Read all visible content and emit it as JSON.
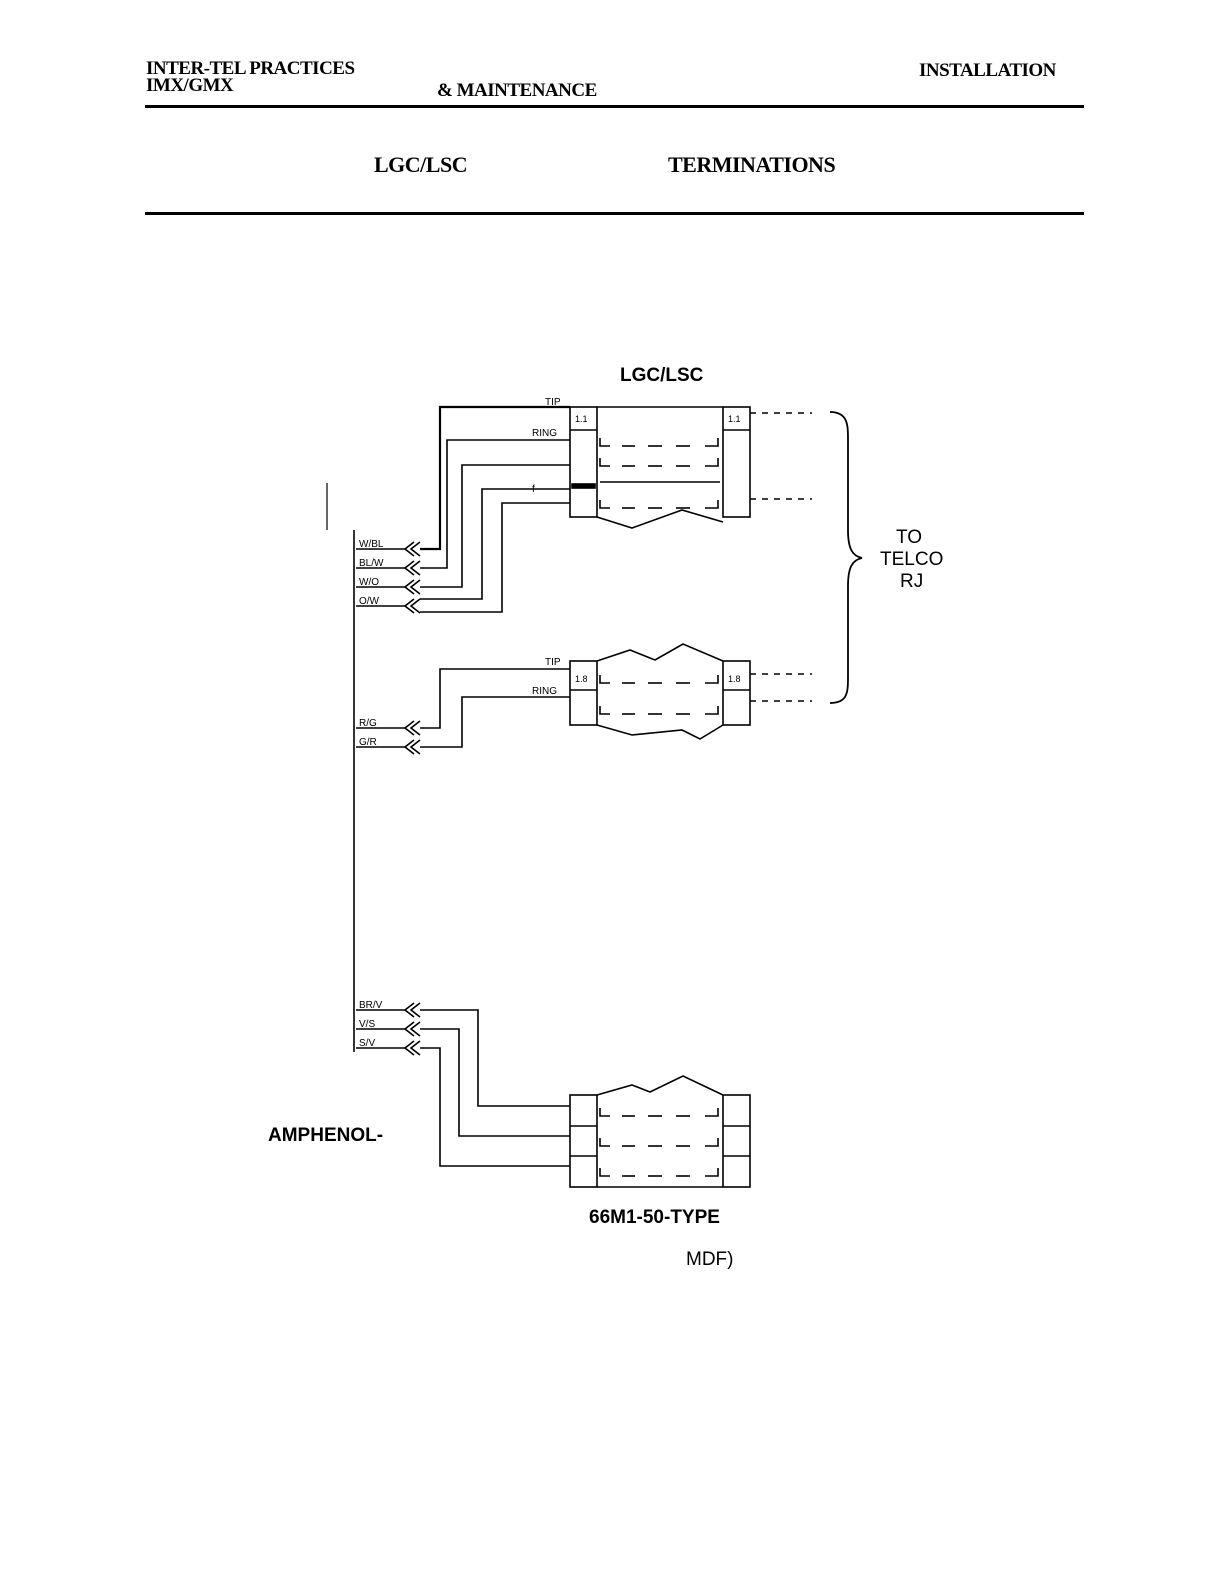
{
  "header": {
    "left_line1": "INTER-TEL PRACTICES",
    "left_line2": "IMX/GMX",
    "center": "& MAINTENANCE",
    "right": "INSTALLATION"
  },
  "title": {
    "part1": "LGC/LSC",
    "part2": "TERMINATIONS"
  },
  "diagram": {
    "top_block_label": "LGC/LSC",
    "telco_label": {
      "line1": "TO",
      "line2": "TELCO",
      "line3": "RJ"
    },
    "amphenol_label": "AMPHENOL-",
    "block_type_label": "66M1-50-TYPE",
    "mdf_label": "MDF)",
    "wire_labels": [
      "W/BL",
      "BL/W",
      "W/O",
      "O/W",
      "R/G",
      "G/R",
      "BR/V",
      "V/S",
      "S/V"
    ],
    "tip_label_1": "TIP",
    "ring_label_1": "RING",
    "tip_label_2": "TIP",
    "ring_label_2": "RING",
    "stray_mark": "f",
    "position_1_left": "1.1",
    "position_1_right": "1.1",
    "position_8_left": "1.8",
    "position_8_right": "1.8"
  }
}
